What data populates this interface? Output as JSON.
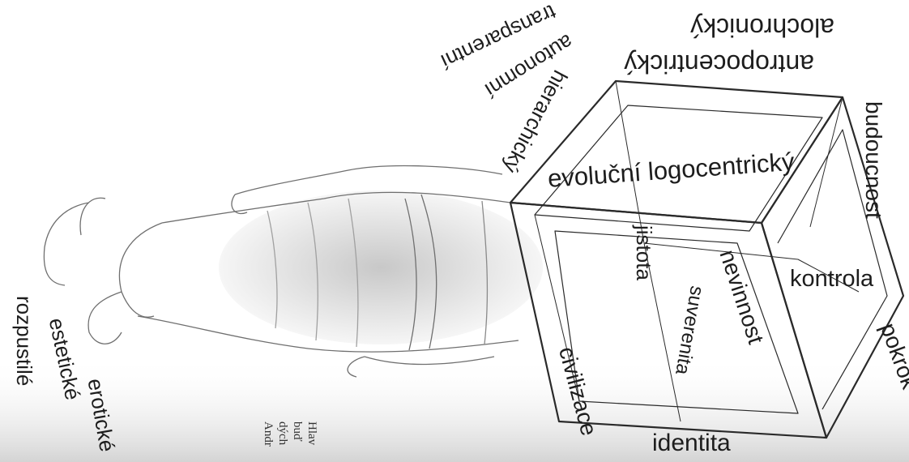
{
  "cube_labels": {
    "top_1": "alochronický",
    "top_2": "antropocentrický",
    "front_top": "evoluční logocentrický",
    "right_1": "budoucnost",
    "right_2": "kontrola",
    "right_3": "pokrok",
    "bottom": "identita",
    "inner_1": "jistota",
    "inner_2": "nevinnost",
    "inner_3": "suverenita",
    "civ": "civilizace"
  },
  "figure_labels": {
    "a1": "transparentní",
    "a2": "autonomní",
    "a3": "hierarchický",
    "b1": "rozpustilé",
    "b2": "estetické",
    "b3": "erotické"
  },
  "paragraph": {
    "line1": "Hlav",
    "line2": "buď ",
    "line3": "dých",
    "line4": "Andr"
  },
  "colors": {
    "ink": "#1d1d1d",
    "pencil": "#7a7a7a",
    "shade": "#bdbdbd",
    "bottom_fade": "#d9d9d9"
  }
}
